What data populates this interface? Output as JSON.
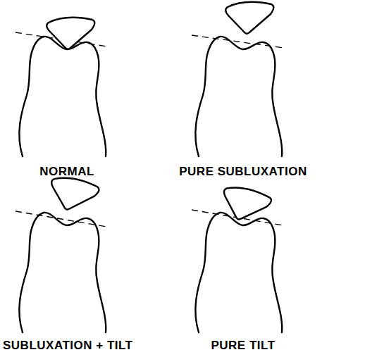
{
  "diagram": {
    "labels": [
      "NORMAL",
      "PURE SUBLUXATION",
      "SUBLUXATION + TILT",
      "PURE TILT"
    ]
  }
}
